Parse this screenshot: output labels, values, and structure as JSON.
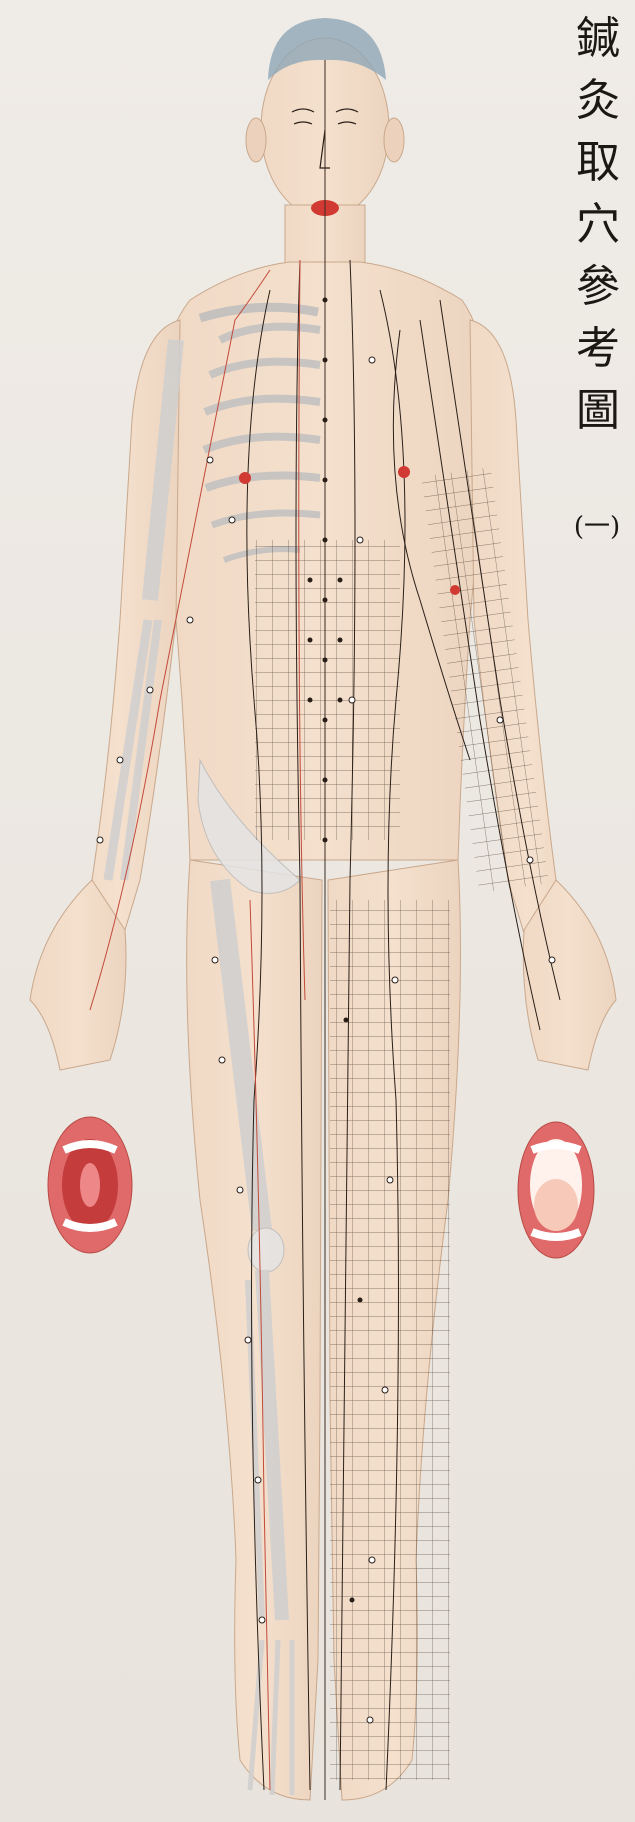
{
  "title": {
    "chars": [
      "鍼",
      "灸",
      "取",
      "穴",
      "參",
      "考",
      "圖"
    ],
    "plate_number": "(一)"
  },
  "colors": {
    "background": "#ece7e1",
    "skin": "#f2dcc8",
    "bone": "#e2e2e2",
    "meridian_line": "#2a1f18",
    "red_meridian": "#c24a3a",
    "hair": "#8fa6b6",
    "lips": "#d03a32",
    "mouth_red": "#e06a6a"
  },
  "icons": [
    "acupuncture-body-figure",
    "skeleton-overlay",
    "mouth-open-left-icon",
    "mouth-open-right-icon"
  ]
}
